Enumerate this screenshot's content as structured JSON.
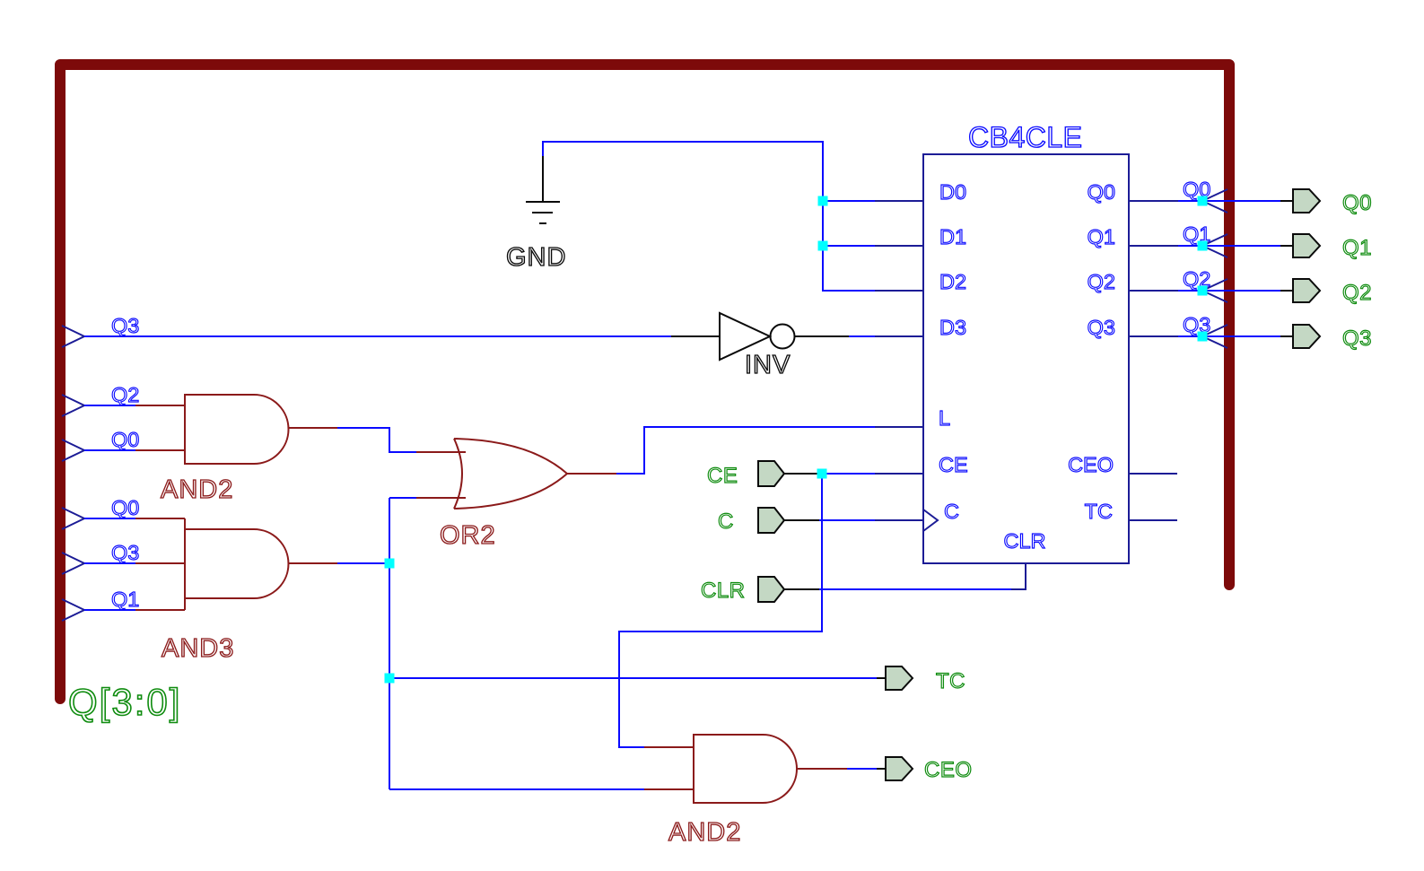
{
  "colors": {
    "wire": "#0a0aff",
    "bus": "#7d0a0a",
    "symbol": "#8b1a1a",
    "navy": "#1c1c96",
    "junction": "#00ffff",
    "green": "#0f8c0f",
    "portfill": "#c4d8c4",
    "black": "#0a0a0a"
  },
  "bus": {
    "label": "Q[3:0]"
  },
  "left_taps": [
    {
      "label": "Q3"
    },
    {
      "label": "Q2"
    },
    {
      "label": "Q0"
    },
    {
      "label": "Q0"
    },
    {
      "label": "Q3"
    },
    {
      "label": "Q1"
    }
  ],
  "gates": {
    "and2_top": "AND2",
    "and3": "AND3",
    "or2": "OR2",
    "and2_bottom": "AND2",
    "inv": "INV",
    "gnd": "GND"
  },
  "component": {
    "title": "CB4CLE",
    "pin_d0": "D0",
    "pin_d1": "D1",
    "pin_d2": "D2",
    "pin_d3": "D3",
    "pin_l": "L",
    "pin_ce": "CE",
    "pin_c": "C",
    "pin_clr": "CLR",
    "pin_q0": "Q0",
    "pin_q1": "Q1",
    "pin_q2": "Q2",
    "pin_q3": "Q3",
    "pin_ceo": "CEO",
    "pin_tc": "TC"
  },
  "ports": {
    "ce": "CE",
    "c": "C",
    "clr": "CLR",
    "tc": "TC",
    "ceo": "CEO",
    "q0": "Q0",
    "q1": "Q1",
    "q2": "Q2",
    "q3": "Q3"
  },
  "right_taps": [
    {
      "label": "Q0"
    },
    {
      "label": "Q1"
    },
    {
      "label": "Q2"
    },
    {
      "label": "Q3"
    }
  ]
}
